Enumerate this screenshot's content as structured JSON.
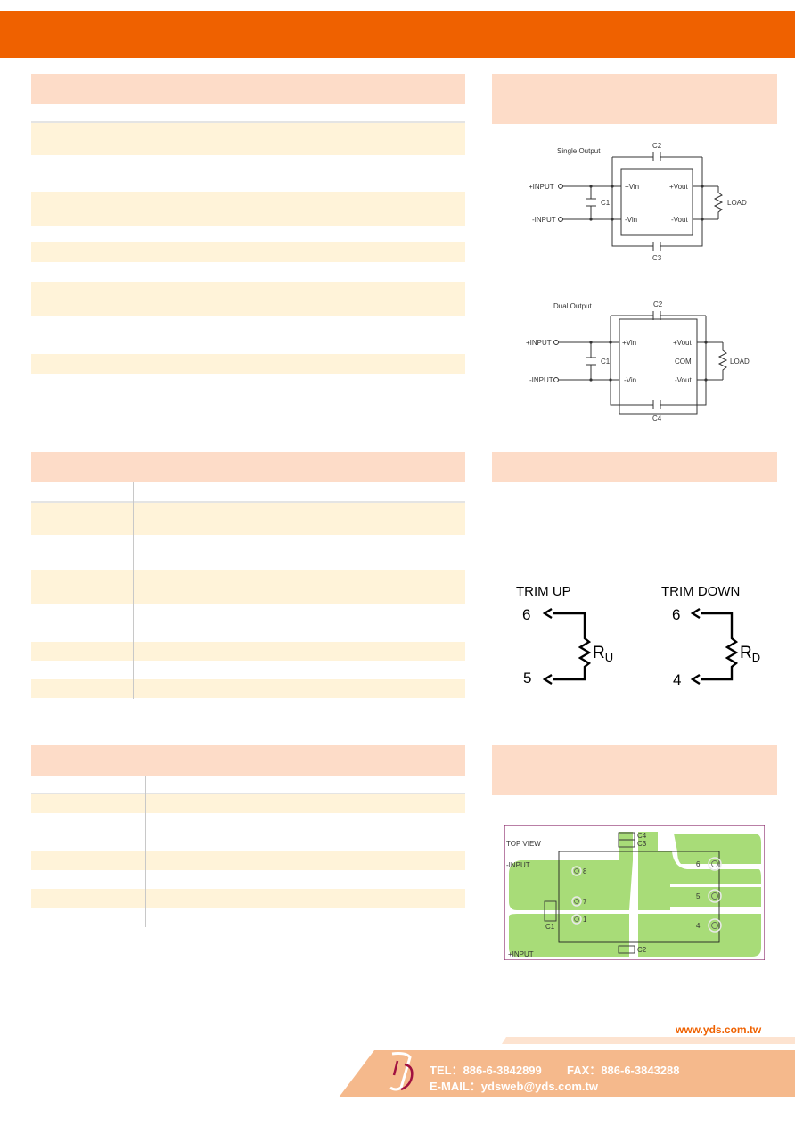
{
  "footer": {
    "website": "www.yds.com.tw",
    "tel_label": "TEL",
    "tel": "886-6-3842899",
    "fax_label": "FAX",
    "fax": "886-6-3843288",
    "email_label": "E-MAIL",
    "email": "ydsweb@yds.com.tw",
    "separator": "："
  },
  "single_output_diagram": {
    "title": "Single Output",
    "plus_input": "+INPUT",
    "minus_input": "-INPUT",
    "c1": "C1",
    "c2": "C2",
    "c3": "C3",
    "plus_vin": "+Vin",
    "minus_vin": "-Vin",
    "plus_vout": "+Vout",
    "minus_vout": "-Vout",
    "load": "LOAD"
  },
  "dual_output_diagram": {
    "title": "Dual Output",
    "plus_input": "+INPUT",
    "minus_input": "-INPUT",
    "c1": "C1",
    "c2": "C2",
    "c4": "C4",
    "plus_vin": "+Vin",
    "minus_vin": "-Vin",
    "plus_vout": "+Vout",
    "com": "COM",
    "minus_vout": "-Vout",
    "load": "LOAD"
  },
  "trim_diagram": {
    "trim_up": "TRIM UP",
    "trim_down": "TRIM DOWN",
    "up_pin_top": "6",
    "up_pin_bottom": "5",
    "down_pin_top": "6",
    "down_pin_bottom": "4",
    "ru_main": "R",
    "ru_sub": "U",
    "rd_main": "R",
    "rd_sub": "D"
  },
  "pcb_layout": {
    "top_view": "TOP VIEW",
    "minus_input": "-INPUT",
    "plus_input": "+INPUT",
    "c4": "C4",
    "c3": "C3",
    "c2": "C2",
    "c1": "C1",
    "pin_8": "8",
    "pin_7": "7",
    "pin_1": "1",
    "pin_6": "6",
    "pin_5": "5",
    "pin_4": "4"
  },
  "colors": {
    "header_bar": "#ef6100",
    "section_header": "#fddcc8",
    "row_highlight": "#fff3d9",
    "pcb_copper": "#a8dc78",
    "pcb_border": "#8a2a6a",
    "footer_band": "#f5b98c"
  }
}
